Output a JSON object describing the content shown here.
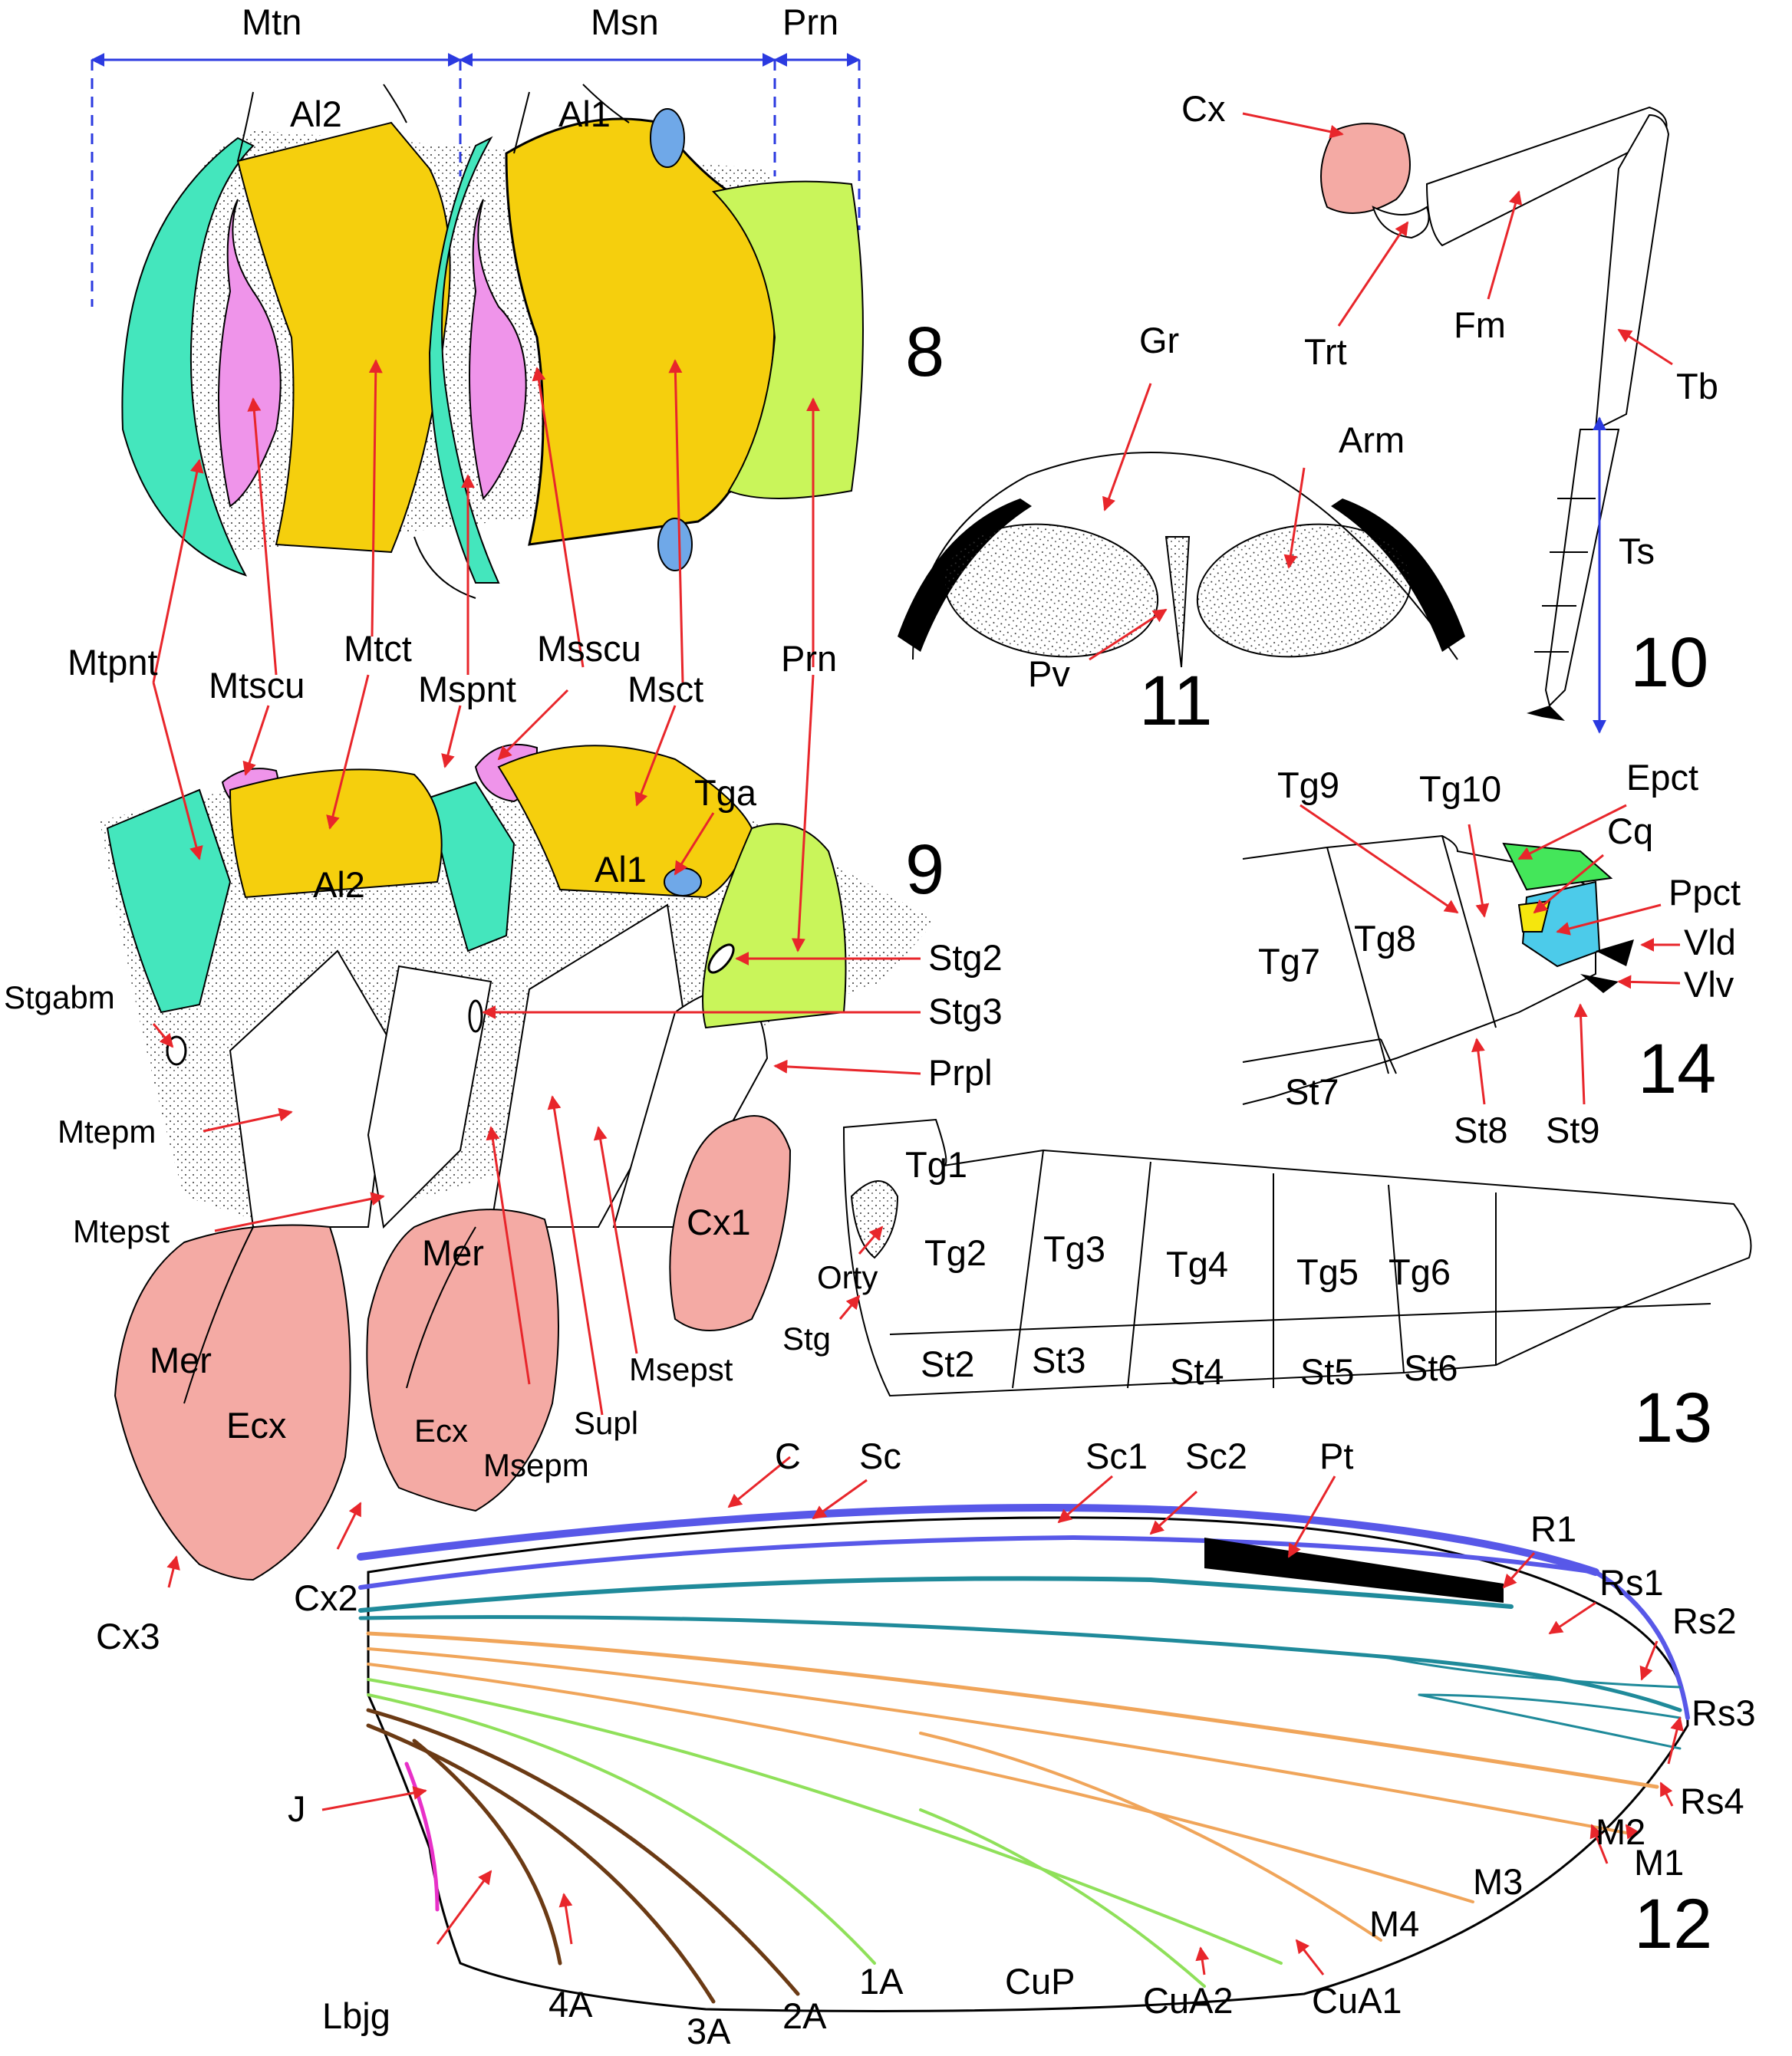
{
  "colors": {
    "arrow": "#e8262b",
    "span_arrow": "#2b3ae0",
    "prescutum": "#44e6bd",
    "scutellum": "#ef94ea",
    "scutum": "#f5cf0d",
    "pronotum": "#c9f55a",
    "tegula": "#6fa8e8",
    "coxa": "#f4aaa4",
    "costa": "#5858e8",
    "radius": "#1f8a9a",
    "media": "#f0a55a",
    "cubitus": "#8fe05a",
    "anal": "#6b3a14",
    "jugal": "#e830c8",
    "pterostigma": "#000000"
  },
  "figures": {
    "f8": "8",
    "f9": "9",
    "f10": "10",
    "f11": "11",
    "f12": "12",
    "f13": "13",
    "f14": "14"
  },
  "fig8": {
    "span_mtn": "Mtn",
    "span_msn": "Msn",
    "span_prn": "Prn",
    "al2": "Al2",
    "al1": "Al1"
  },
  "fig9": {
    "mtpnt": "Mtpnt",
    "mtscu": "Mtscu",
    "mtct": "Mtct",
    "mspnt": "Mspnt",
    "msscu": "Msscu",
    "msct": "Msct",
    "prn": "Prn",
    "tga": "Tga",
    "al2": "Al2",
    "al1": "Al1",
    "stg2": "Stg2",
    "stg3": "Stg3",
    "stgabm": "Stgabm",
    "prpl": "Prpl",
    "mtepm": "Mtepm",
    "mtepst": "Mtepst",
    "mer_left": "Mer",
    "mer_mid": "Mer",
    "ecx_left": "Ecx",
    "ecx_mid": "Ecx",
    "cx1": "Cx1",
    "cx2": "Cx2",
    "cx3": "Cx3",
    "msepm": "Msepm",
    "supl": "Supl",
    "msepst": "Msepst"
  },
  "fig10": {
    "cx": "Cx",
    "trt": "Trt",
    "fm": "Fm",
    "tb": "Tb",
    "ts": "Ts"
  },
  "fig11": {
    "gr": "Gr",
    "arm": "Arm",
    "pv": "Pv"
  },
  "fig12": {
    "c": "C",
    "sc": "Sc",
    "sc1": "Sc1",
    "sc2": "Sc2",
    "pt": "Pt",
    "r1": "R1",
    "rs1": "Rs1",
    "rs2": "Rs2",
    "rs3": "Rs3",
    "rs4": "Rs4",
    "m1": "M1",
    "m2": "M2",
    "m3": "M3",
    "m4": "M4",
    "cua1": "CuA1",
    "cua2": "CuA2",
    "cup": "CuP",
    "a1": "1A",
    "a2": "2A",
    "a3": "3A",
    "a4": "4A",
    "j": "J",
    "lbjg": "Lbjg"
  },
  "fig13": {
    "tg1": "Tg1",
    "tg2": "Tg2",
    "tg3": "Tg3",
    "tg4": "Tg4",
    "tg5": "Tg5",
    "tg6": "Tg6",
    "st2": "St2",
    "st3": "St3",
    "st4": "St4",
    "st5": "St5",
    "st6": "St6",
    "orty": "Orty",
    "stg": "Stg"
  },
  "fig14": {
    "tg7": "Tg7",
    "tg8": "Tg8",
    "tg9": "Tg9",
    "tg10": "Tg10",
    "epct": "Epct",
    "cq": "Cq",
    "ppct": "Ppct",
    "vld": "Vld",
    "vlv": "Vlv",
    "st7": "St7",
    "st8": "St8",
    "st9": "St9"
  }
}
